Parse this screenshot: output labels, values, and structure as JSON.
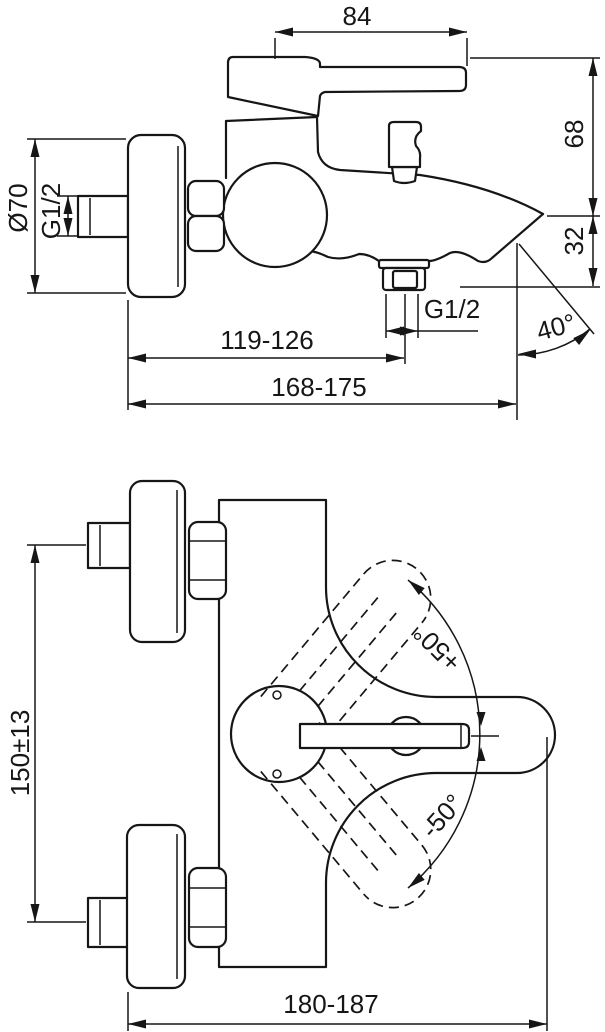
{
  "drawing": {
    "title": "Wall-mounted bath shower mixer - technical dimension drawing",
    "colors": {
      "line": "#161616",
      "background": "#ffffff"
    },
    "views": {
      "side_view": "side elevation with spout and shower outlet",
      "plan_view": "plan view with handle swing range"
    },
    "dimensions": {
      "handle_length": "84",
      "height_above_spout": "68",
      "spout_drop": "32",
      "escutcheon_diameter": "Ø70",
      "inlet_thread": "G1/2",
      "outlet_thread": "G1/2",
      "wall_to_outlet": "119-126",
      "wall_to_spout_tip": "168-175",
      "spout_angle": "40°",
      "inlet_spacing": "150±13",
      "overall_depth": "180-187",
      "handle_swing_up": "+50°",
      "handle_swing_down": "-50°"
    }
  }
}
